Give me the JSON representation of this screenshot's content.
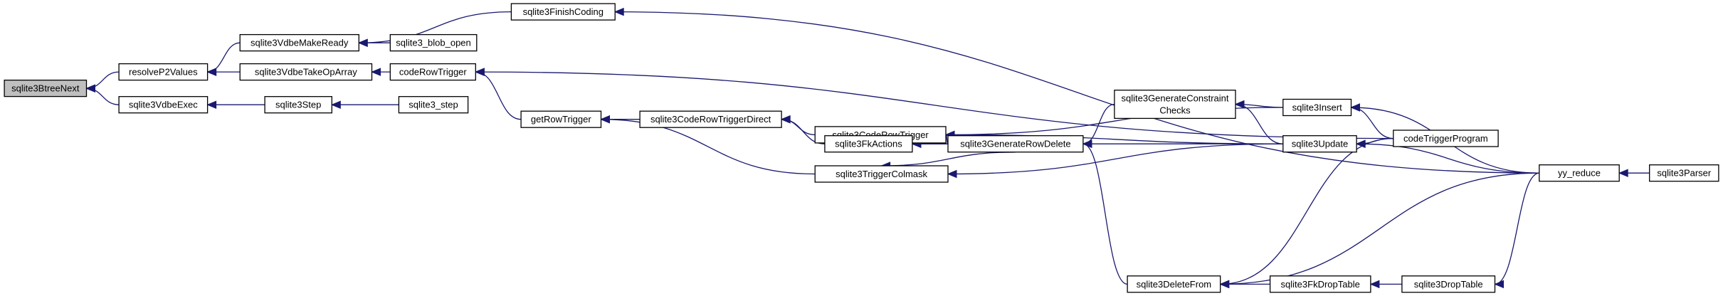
{
  "colors": {
    "edge": "#191970",
    "node_fill": "#ffffff",
    "root_fill": "#bfbfbf",
    "node_border": "#000000"
  },
  "nodes": {
    "btreeNext": "sqlite3BtreeNext",
    "resolveP2Values": "resolveP2Values",
    "vdbeExec": "sqlite3VdbeExec",
    "vdbeMakeReady": "sqlite3VdbeMakeReady",
    "vdbeTakeOpArray": "sqlite3VdbeTakeOpArray",
    "step": "sqlite3Step",
    "finishCoding": "sqlite3FinishCoding",
    "blobOpen": "sqlite3_blob_open",
    "codeRowTrigger": "codeRowTrigger",
    "step_api": "sqlite3_step",
    "getRowTrigger": "getRowTrigger",
    "codeRowTriggerDirect": "sqlite3CodeRowTriggerDirect",
    "triggerColmask": "sqlite3TriggerColmask",
    "codeRowTriggerPub": "sqlite3CodeRowTrigger",
    "fkActions": "sqlite3FkActions",
    "generateRowDelete": "sqlite3GenerateRowDelete",
    "generateConstraintChecks": [
      "sqlite3GenerateConstraint",
      "Checks"
    ],
    "insert": "sqlite3Insert",
    "update": "sqlite3Update",
    "deleteFrom": "sqlite3DeleteFrom",
    "fkDropTable": "sqlite3FkDropTable",
    "codeTriggerProgram": "codeTriggerProgram",
    "dropTable": "sqlite3DropTable",
    "yyReduce": "yy_reduce",
    "parser": "sqlite3Parser"
  },
  "edges": [
    [
      "resolveP2Values",
      "btreeNext"
    ],
    [
      "vdbeExec",
      "btreeNext"
    ],
    [
      "vdbeMakeReady",
      "resolveP2Values"
    ],
    [
      "vdbeTakeOpArray",
      "resolveP2Values"
    ],
    [
      "step",
      "vdbeExec"
    ],
    [
      "finishCoding",
      "vdbeMakeReady"
    ],
    [
      "blobOpen",
      "vdbeMakeReady"
    ],
    [
      "codeRowTrigger",
      "vdbeTakeOpArray"
    ],
    [
      "step_api",
      "step"
    ],
    [
      "yyReduce",
      "finishCoding"
    ],
    [
      "codeTriggerProgram",
      "codeRowTrigger"
    ],
    [
      "getRowTrigger",
      "codeRowTrigger"
    ],
    [
      "codeRowTriggerDirect",
      "getRowTrigger"
    ],
    [
      "triggerColmask",
      "getRowTrigger"
    ],
    [
      "codeRowTriggerPub",
      "codeRowTriggerDirect"
    ],
    [
      "fkActions",
      "codeRowTriggerDirect"
    ],
    [
      "insert",
      "codeRowTriggerPub"
    ],
    [
      "generateRowDelete",
      "codeRowTriggerPub"
    ],
    [
      "update",
      "codeRowTriggerPub"
    ],
    [
      "generateRowDelete",
      "fkActions"
    ],
    [
      "update",
      "fkActions"
    ],
    [
      "generateRowDelete",
      "triggerColmask"
    ],
    [
      "update",
      "triggerColmask"
    ],
    [
      "generateConstraintChecks",
      "generateRowDelete"
    ],
    [
      "deleteFrom",
      "generateRowDelete"
    ],
    [
      "insert",
      "generateConstraintChecks"
    ],
    [
      "update",
      "generateConstraintChecks"
    ],
    [
      "codeTriggerProgram",
      "insert"
    ],
    [
      "yyReduce",
      "insert"
    ],
    [
      "codeTriggerProgram",
      "update"
    ],
    [
      "yyReduce",
      "update"
    ],
    [
      "codeTriggerProgram",
      "deleteFrom"
    ],
    [
      "yyReduce",
      "deleteFrom"
    ],
    [
      "fkDropTable",
      "deleteFrom"
    ],
    [
      "dropTable",
      "fkDropTable"
    ],
    [
      "yyReduce",
      "dropTable"
    ],
    [
      "parser",
      "yyReduce"
    ]
  ]
}
